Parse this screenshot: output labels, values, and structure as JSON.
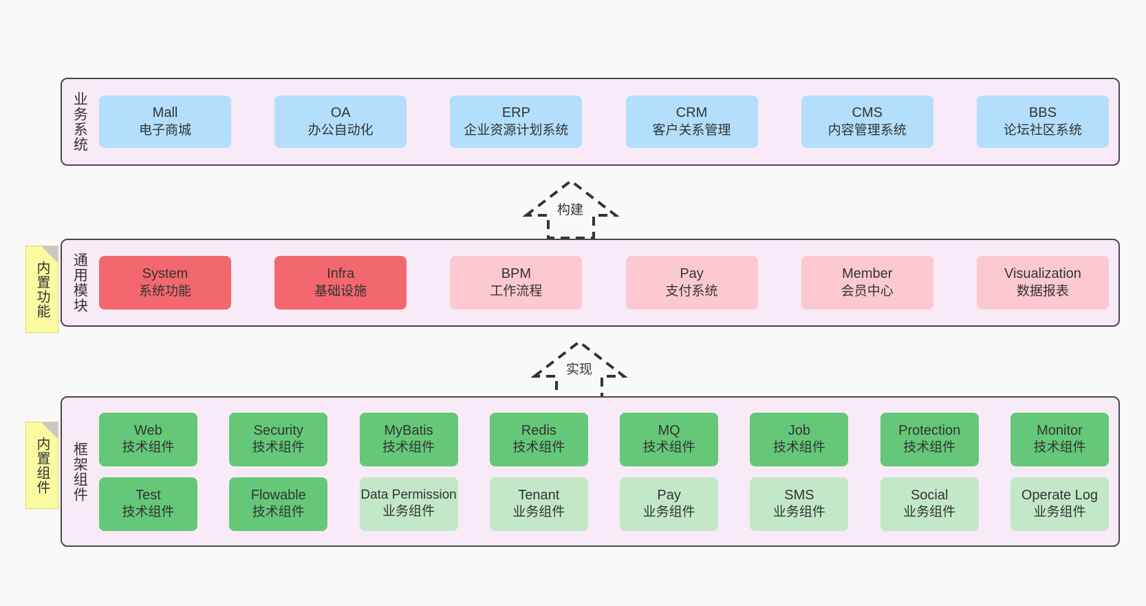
{
  "diagram": {
    "background": "#f9f9f9",
    "layers": [
      {
        "id": "business",
        "title": "业务系统",
        "note": null,
        "rows": [
          {
            "nodes": [
              {
                "en": "Mall",
                "cn": "电子商城",
                "color": "blue"
              },
              {
                "en": "OA",
                "cn": "办公自动化",
                "color": "blue"
              },
              {
                "en": "ERP",
                "cn": "企业资源计划系统",
                "color": "blue"
              },
              {
                "en": "CRM",
                "cn": "客户关系管理",
                "color": "blue"
              },
              {
                "en": "CMS",
                "cn": "内容管理系统",
                "color": "blue"
              },
              {
                "en": "BBS",
                "cn": "论坛社区系统",
                "color": "blue"
              }
            ]
          }
        ]
      },
      {
        "id": "common",
        "title": "通用模块",
        "note": "内置功能",
        "rows": [
          {
            "nodes": [
              {
                "en": "System",
                "cn": "系统功能",
                "color": "red"
              },
              {
                "en": "Infra",
                "cn": "基础设施",
                "color": "red"
              },
              {
                "en": "BPM",
                "cn": "工作流程",
                "color": "pink"
              },
              {
                "en": "Pay",
                "cn": "支付系统",
                "color": "pink"
              },
              {
                "en": "Member",
                "cn": "会员中心",
                "color": "pink"
              },
              {
                "en": "Visualization",
                "cn": "数据报表",
                "color": "pink"
              }
            ]
          }
        ]
      },
      {
        "id": "framework",
        "title": "框架组件",
        "note": "内置组件",
        "rows": [
          {
            "nodes": [
              {
                "en": "Web",
                "cn": "技术组件",
                "color": "green"
              },
              {
                "en": "Security",
                "cn": "技术组件",
                "color": "green"
              },
              {
                "en": "MyBatis",
                "cn": "技术组件",
                "color": "green"
              },
              {
                "en": "Redis",
                "cn": "技术组件",
                "color": "green"
              },
              {
                "en": "MQ",
                "cn": "技术组件",
                "color": "green"
              },
              {
                "en": "Job",
                "cn": "技术组件",
                "color": "green"
              },
              {
                "en": "Protection",
                "cn": "技术组件",
                "color": "green"
              },
              {
                "en": "Monitor",
                "cn": "技术组件",
                "color": "green"
              }
            ]
          },
          {
            "nodes": [
              {
                "en": "Test",
                "cn": "技术组件",
                "color": "green"
              },
              {
                "en": "Flowable",
                "cn": "技术组件",
                "color": "green"
              },
              {
                "en": "Data Permission",
                "cn": "业务组件",
                "color": "lightgreen"
              },
              {
                "en": "Tenant",
                "cn": "业务组件",
                "color": "lightgreen"
              },
              {
                "en": "Pay",
                "cn": "业务组件",
                "color": "lightgreen"
              },
              {
                "en": "SMS",
                "cn": "业务组件",
                "color": "lightgreen"
              },
              {
                "en": "Social",
                "cn": "业务组件",
                "color": "lightgreen"
              },
              {
                "en": "Operate Log",
                "cn": "业务组件",
                "color": "lightgreen"
              }
            ]
          }
        ]
      }
    ],
    "arrows": [
      {
        "id": "build",
        "label": "构建"
      },
      {
        "id": "implement",
        "label": "实现"
      }
    ],
    "colors": {
      "panel": "#f8eaf6",
      "panel_border": "#4c4452",
      "blue": "#b3dffc",
      "red": "#f2686e",
      "pink": "#fcc9d1",
      "green": "#64c878",
      "lightgreen": "#c3e8c8",
      "note": "#fcfba2",
      "arrow": "#333333"
    }
  }
}
